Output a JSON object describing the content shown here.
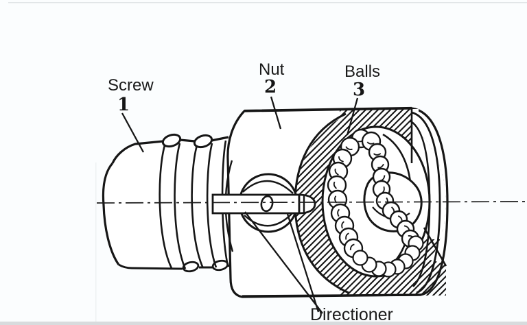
{
  "figure": {
    "kind": "ball-screw-cutaway-diagram",
    "parts": {
      "screw": {
        "label": "Screw",
        "number": "1"
      },
      "nut": {
        "label": "Nut",
        "number": "2"
      },
      "balls": {
        "label": "Balls",
        "number": "3"
      },
      "directioner": {
        "label": "Directioner"
      }
    },
    "colors": {
      "ink": "#161616",
      "background": "#fbfdfe",
      "bottom_strip": "#d8dbdd"
    }
  }
}
